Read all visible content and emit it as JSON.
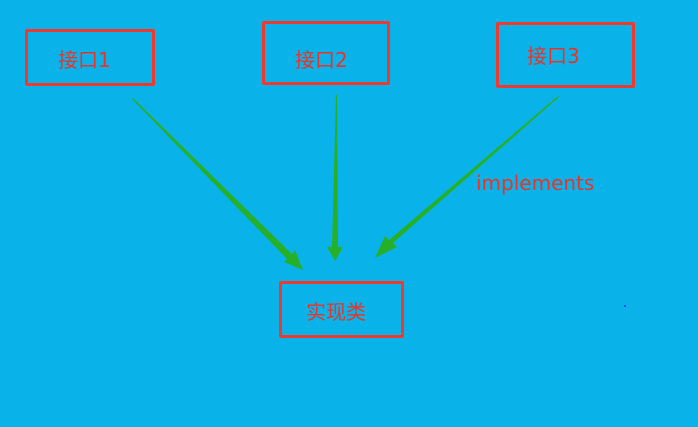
{
  "diagram": {
    "nodes": {
      "interface1": {
        "label": "接口1"
      },
      "interface2": {
        "label": "接口2"
      },
      "interface3": {
        "label": "接口3"
      },
      "implementation": {
        "label": "实现类"
      }
    },
    "edge_label": "implements",
    "edges": [
      {
        "from": "interface1",
        "to": "implementation"
      },
      {
        "from": "interface2",
        "to": "implementation"
      },
      {
        "from": "interface3",
        "to": "implementation"
      }
    ]
  },
  "colors": {
    "background": "#09b3ea",
    "box_border": "#ee3b2f",
    "text": "#e8342a",
    "arrow": "#26b02a"
  }
}
